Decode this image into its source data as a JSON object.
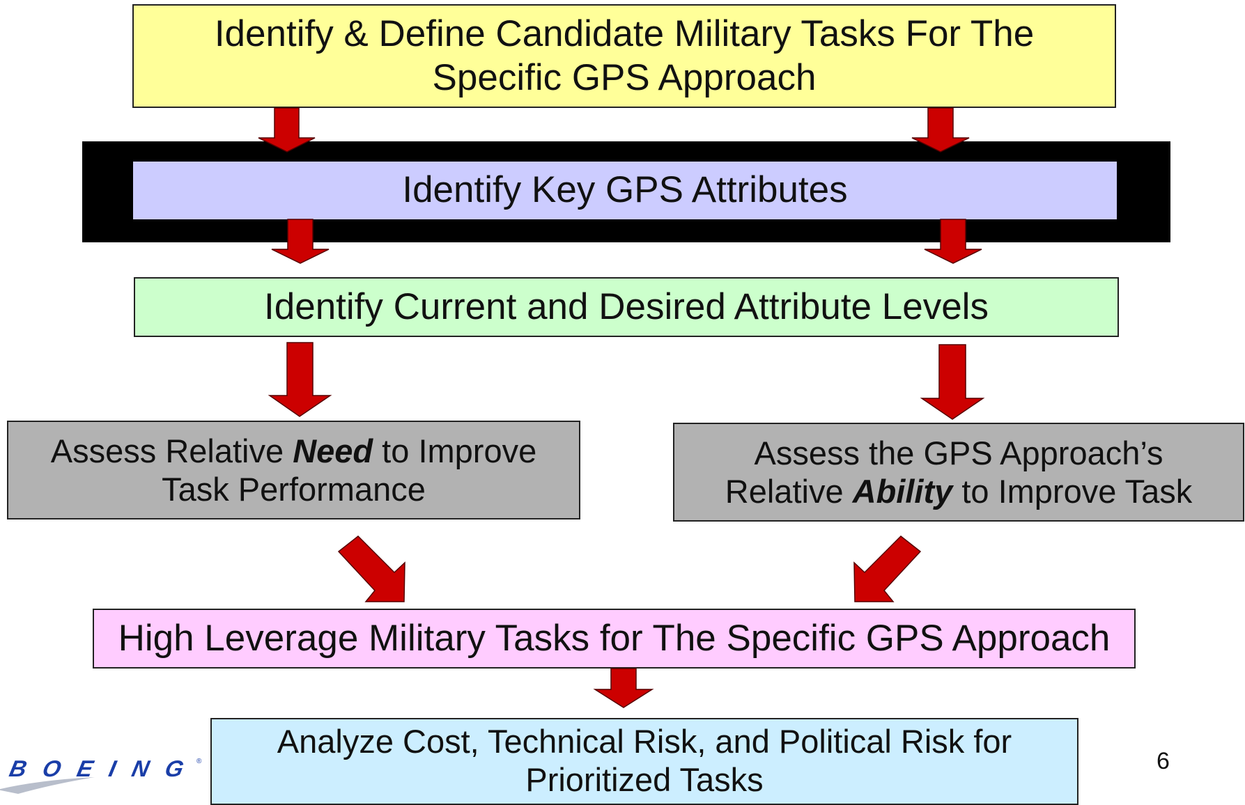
{
  "steps": {
    "step1": "Identify & Define Candidate Military Tasks For The Specific GPS Approach",
    "step2": "Identify Key GPS Attributes",
    "step3": "Identify Current and Desired Attribute Levels",
    "step4": {
      "before": "Assess Relative ",
      "emphasis": "Need",
      "after": " to Improve Task Performance"
    },
    "step5": {
      "line1": "Assess the GPS Approach’s",
      "before": "Relative ",
      "emphasis": "Ability",
      "after": " to Improve Task"
    },
    "step6": "High Leverage Military Tasks for The Specific GPS Approach",
    "step7": "Analyze Cost, Technical Risk, and Political Risk for Prioritized Tasks"
  },
  "footer": {
    "logo_text": "BOEING",
    "page_number": "6"
  },
  "colors": {
    "arrow": "#cc0000",
    "step1": "#ffff99",
    "step2": "#ccccff",
    "step3": "#ccffcc",
    "step4": "#b2b2b2",
    "step5": "#b2b2b2",
    "step6": "#ffccff",
    "step7": "#cceeff",
    "logo": "#1a3ea8"
  }
}
